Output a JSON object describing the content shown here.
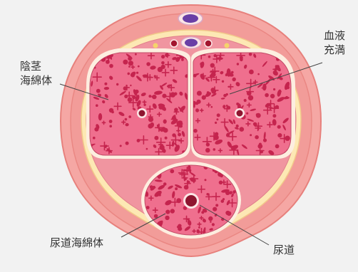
{
  "labels": {
    "blood_fill": [
      "血液",
      "充満"
    ],
    "corpus_cavernosum": [
      "陰茎",
      "海綿体"
    ],
    "corpus_spongiosum": "尿道海綿体",
    "urethra": "尿道"
  },
  "colors": {
    "background": "#f2f2f2",
    "skin": "#f5a7a4",
    "skin_outline": "#e7807c",
    "fascia": "#fde8b4",
    "tunica": "#fdeee0",
    "tissue": "#ef6f8e",
    "spot": "#c5244e",
    "vessel_dark": "#8f1530"
  }
}
